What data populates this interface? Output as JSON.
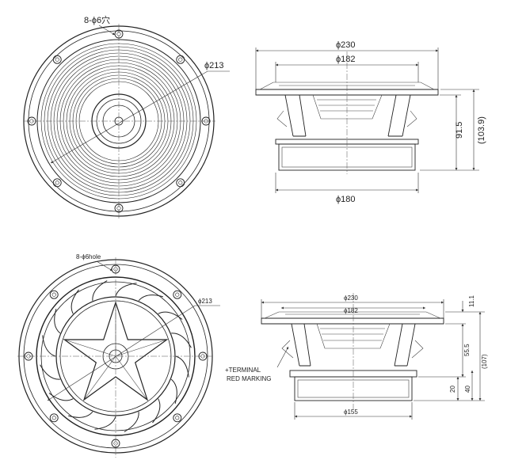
{
  "drawing_1": {
    "front": {
      "holes_label": "8-ϕ6穴",
      "dia_label": "ϕ213"
    },
    "side": {
      "top_width": "ϕ230",
      "frame_width": "ϕ182",
      "bottom_width": "ϕ180",
      "depth": "91.5",
      "total_depth": "(103.9)"
    }
  },
  "drawing_2": {
    "front": {
      "holes_label": "8-ϕ6hole",
      "dia_label": "ϕ213"
    },
    "side": {
      "top_width": "ϕ230",
      "frame_width": "ϕ182",
      "bottom_width": "ϕ155",
      "flange": "11.1",
      "mid_depth": "55.5",
      "total_depth": "(107)",
      "magnet_20": "20",
      "magnet_40": "40",
      "terminal_line1": "+TERMINAL",
      "terminal_line2": "RED MARKING"
    }
  }
}
